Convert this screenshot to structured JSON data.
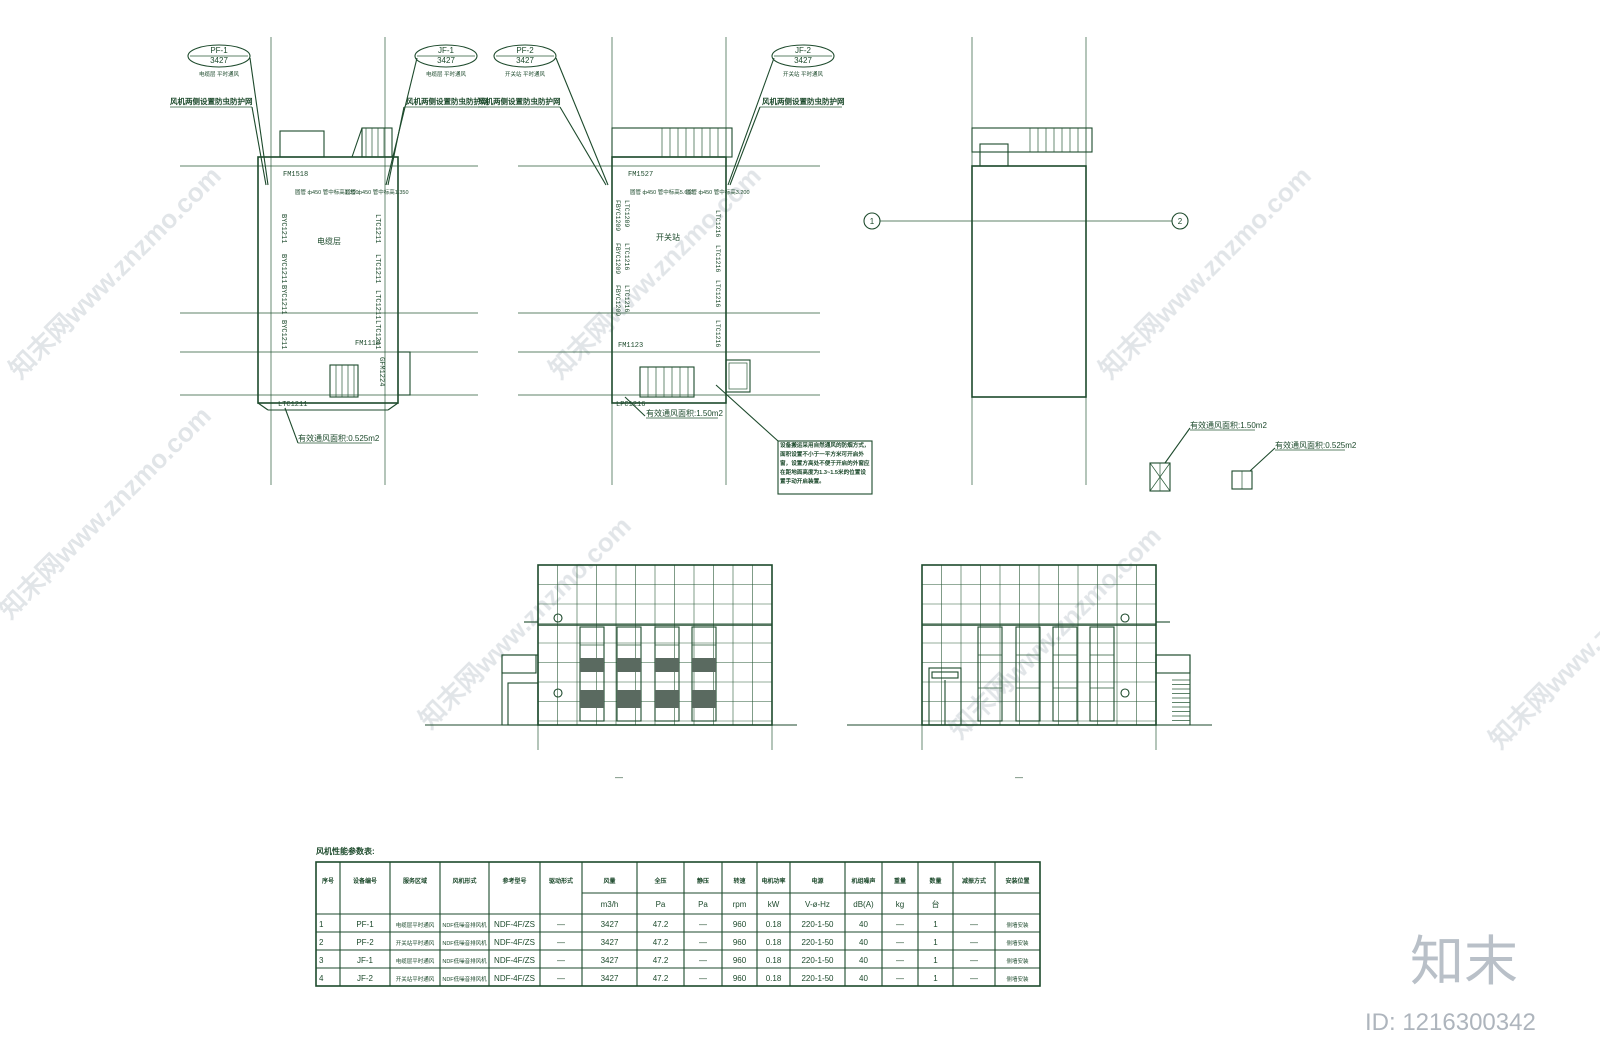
{
  "plans": {
    "plan1": {
      "tag_left": {
        "code": "PF-1",
        "flow": "3427",
        "desc": "电缆层 平时通风"
      },
      "tag_right": {
        "code": "JF-1",
        "flow": "3427",
        "desc": "电缆层 平时通风"
      },
      "note_left": "风机两侧设置防虫防护网",
      "note_right": "风机两侧设置防虫防护网",
      "room": "电缆层",
      "top_label": "FM1518",
      "duct_left": "圆管 ф450 管中标高1.350",
      "duct_right": "圆管 ф450 管中标高1.350",
      "wall_left": [
        "BYC1211",
        "BYC1211",
        "BYC1211",
        "BYC1211"
      ],
      "wall_right": [
        "LTC1211",
        "LTC1211",
        "LTC1211",
        "LTC1211"
      ],
      "label_fm": "FM1118",
      "label_gfm": "GFM1224",
      "bottom_label": "LTC1211",
      "area_note": "有效通风面积:0.525m2"
    },
    "plan2": {
      "tag_left": {
        "code": "PF-2",
        "flow": "3427",
        "desc": "开关站 平时通风"
      },
      "tag_right": {
        "code": "JF-2",
        "flow": "3427",
        "desc": "开关站 平时通风"
      },
      "note_left": "风机两侧设置防虫防护网",
      "note_right": "风机两侧设置防虫防护网",
      "room": "开关站",
      "top_label": "FM1527",
      "duct_left": "圆管 ф450 管中标高5.650",
      "duct_right": "圆管 ф450 管中标高3.200",
      "wall_left": [
        "FBYC1209",
        "LTC1209",
        "FBYC1209",
        "LTC1216",
        "FBYC1209",
        "LTC1216"
      ],
      "wall_right": [
        "LTC1216",
        "LTC1216",
        "LTC1216",
        "LTC1216"
      ],
      "label_fm": "FM1123",
      "bottom_label": "LPC1216",
      "area_note": "有效通风面积:1.50m2",
      "callout": "设备搬运采用自然通风的防烟方式，面积设置不小于一平方米可开启外窗，设置方高处不便于开启的外窗应在距地面高度为1.3~1.5米的位置设置手动开启装置。"
    },
    "plan3": {
      "axis_left": "1",
      "axis_right": "2",
      "legend1": "有效通风面积:1.50m2",
      "legend2": "有效通风面积:0.525m2"
    }
  },
  "elevations": {
    "left_label": "—",
    "right_label": "—"
  },
  "table": {
    "title": "风机性能参数表:",
    "headers": [
      "序号",
      "设备编号",
      "服务区域",
      "风机形式",
      "参考型号",
      "驱动形式",
      "风量",
      "全压",
      "静压",
      "转速",
      "电机功率",
      "电源",
      "机组噪声",
      "重量",
      "数量",
      "减振方式",
      "安装位置"
    ],
    "units": [
      "",
      "",
      "",
      "",
      "",
      "",
      "m3/h",
      "Pa",
      "Pa",
      "rpm",
      "kW",
      "V-ø-Hz",
      "dB(A)",
      "kg",
      "台",
      "",
      ""
    ],
    "rows": [
      [
        "1",
        "PF-1",
        "电缆层平时通风",
        "NDF低噪音排风机",
        "NDF-4F/ZS",
        "—",
        "3427",
        "47.2",
        "—",
        "960",
        "0.18",
        "220-1-50",
        "40",
        "—",
        "1",
        "—",
        "侧墙安装"
      ],
      [
        "2",
        "PF-2",
        "开关站平时通风",
        "NDF低噪音排风机",
        "NDF-4F/ZS",
        "—",
        "3427",
        "47.2",
        "—",
        "960",
        "0.18",
        "220-1-50",
        "40",
        "—",
        "1",
        "—",
        "侧墙安装"
      ],
      [
        "3",
        "JF-1",
        "电缆层平时通风",
        "NDF低噪音排风机",
        "NDF-4F/ZS",
        "—",
        "3427",
        "47.2",
        "—",
        "960",
        "0.18",
        "220-1-50",
        "40",
        "—",
        "1",
        "—",
        "侧墙安装"
      ],
      [
        "4",
        "JF-2",
        "开关站平时通风",
        "NDF低噪音排风机",
        "NDF-4F/ZS",
        "—",
        "3427",
        "47.2",
        "—",
        "960",
        "0.18",
        "220-1-50",
        "40",
        "—",
        "1",
        "—",
        "侧墙安装"
      ]
    ]
  },
  "watermark": {
    "text": "知末网www.znzmo.com",
    "logo": "知末",
    "id": "ID: 1216300342"
  }
}
